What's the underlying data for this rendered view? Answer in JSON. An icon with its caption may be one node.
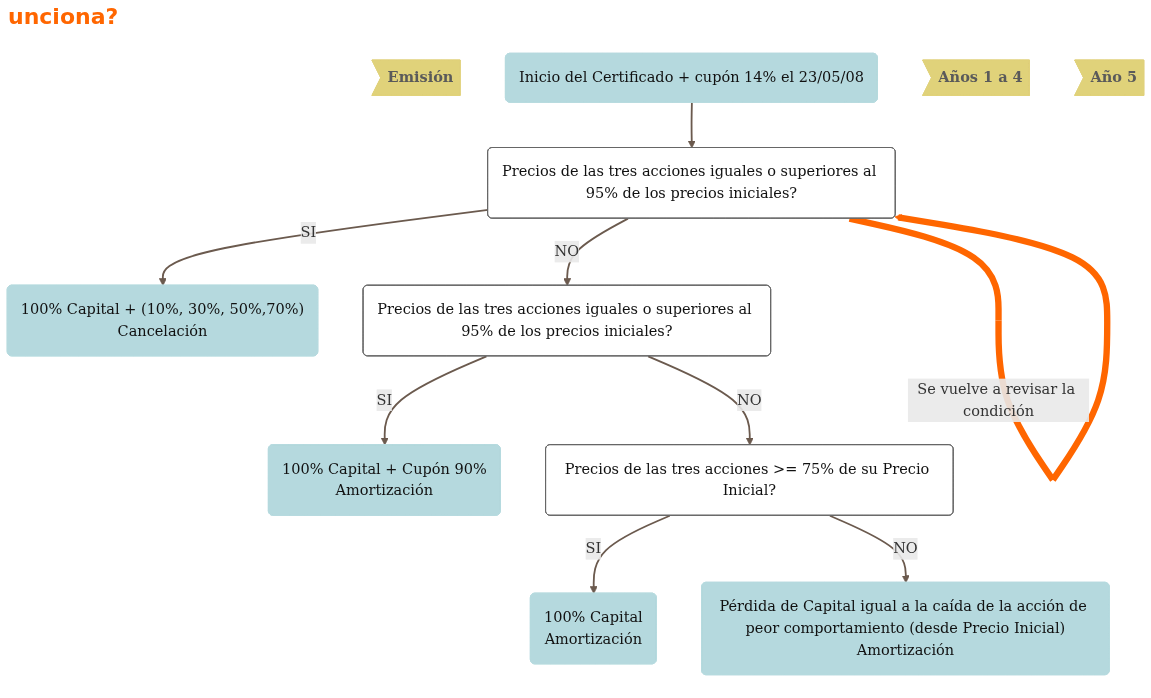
{
  "diagram": {
    "title": "unciona?",
    "nodes": [
      {
        "text": [
          "Emisión"
        ]
      },
      {
        "text": [
          "Inicio del Certificado + cupón 14% el 23/05/08"
        ]
      },
      {
        "text": [
          "Años 1 a 4"
        ]
      },
      {
        "text": [
          "Precios de las tres acciones iguales o superiores al 95% de los precios iniciales?"
        ]
      },
      {
        "text": [
          "100% Capital + (10%, 30%, 50%,70%)",
          "Cancelación"
        ]
      },
      {
        "text": [
          "Año 5"
        ]
      },
      {
        "text": [
          "Precios de las tres acciones iguales o superiores al 95% de los precios iniciales?"
        ]
      },
      {
        "text": [
          "100% Capital + Cupón 90%",
          "Amortización"
        ]
      },
      {
        "text": [
          "Precios de las tres acciones >= 75% de su Precio Inicial?"
        ]
      },
      {
        "text": [
          "100% Capital",
          "Amortización"
        ]
      },
      {
        "text": [
          "Pérdida de Capital igual a la caída de la acción de peor comportamiento (desde Precio Inicial)",
          "Amortización"
        ]
      }
    ],
    "edges": [
      {
        "from": 1,
        "to": 3,
        "arrow": "to"
      },
      {
        "from": 3,
        "to": 4,
        "arrow": "to",
        "label": "SI"
      },
      {
        "from": 3,
        "to": 6,
        "arrow": "to",
        "label": "NO"
      },
      {
        "from": 3,
        "to": 3,
        "arrow": "to",
        "label": "Se vuelve a revisar la condición",
        "style": "thick",
        "color": "#ff6600"
      },
      {
        "from": 6,
        "to": 7,
        "arrow": "to",
        "label": "SI"
      },
      {
        "from": 6,
        "to": 8,
        "arrow": "to",
        "label": "NO"
      },
      {
        "from": 8,
        "to": 9,
        "arrow": "to",
        "label": "SI"
      },
      {
        "from": 8,
        "to": 10,
        "arrow": "to",
        "label": "NO"
      }
    ]
  }
}
